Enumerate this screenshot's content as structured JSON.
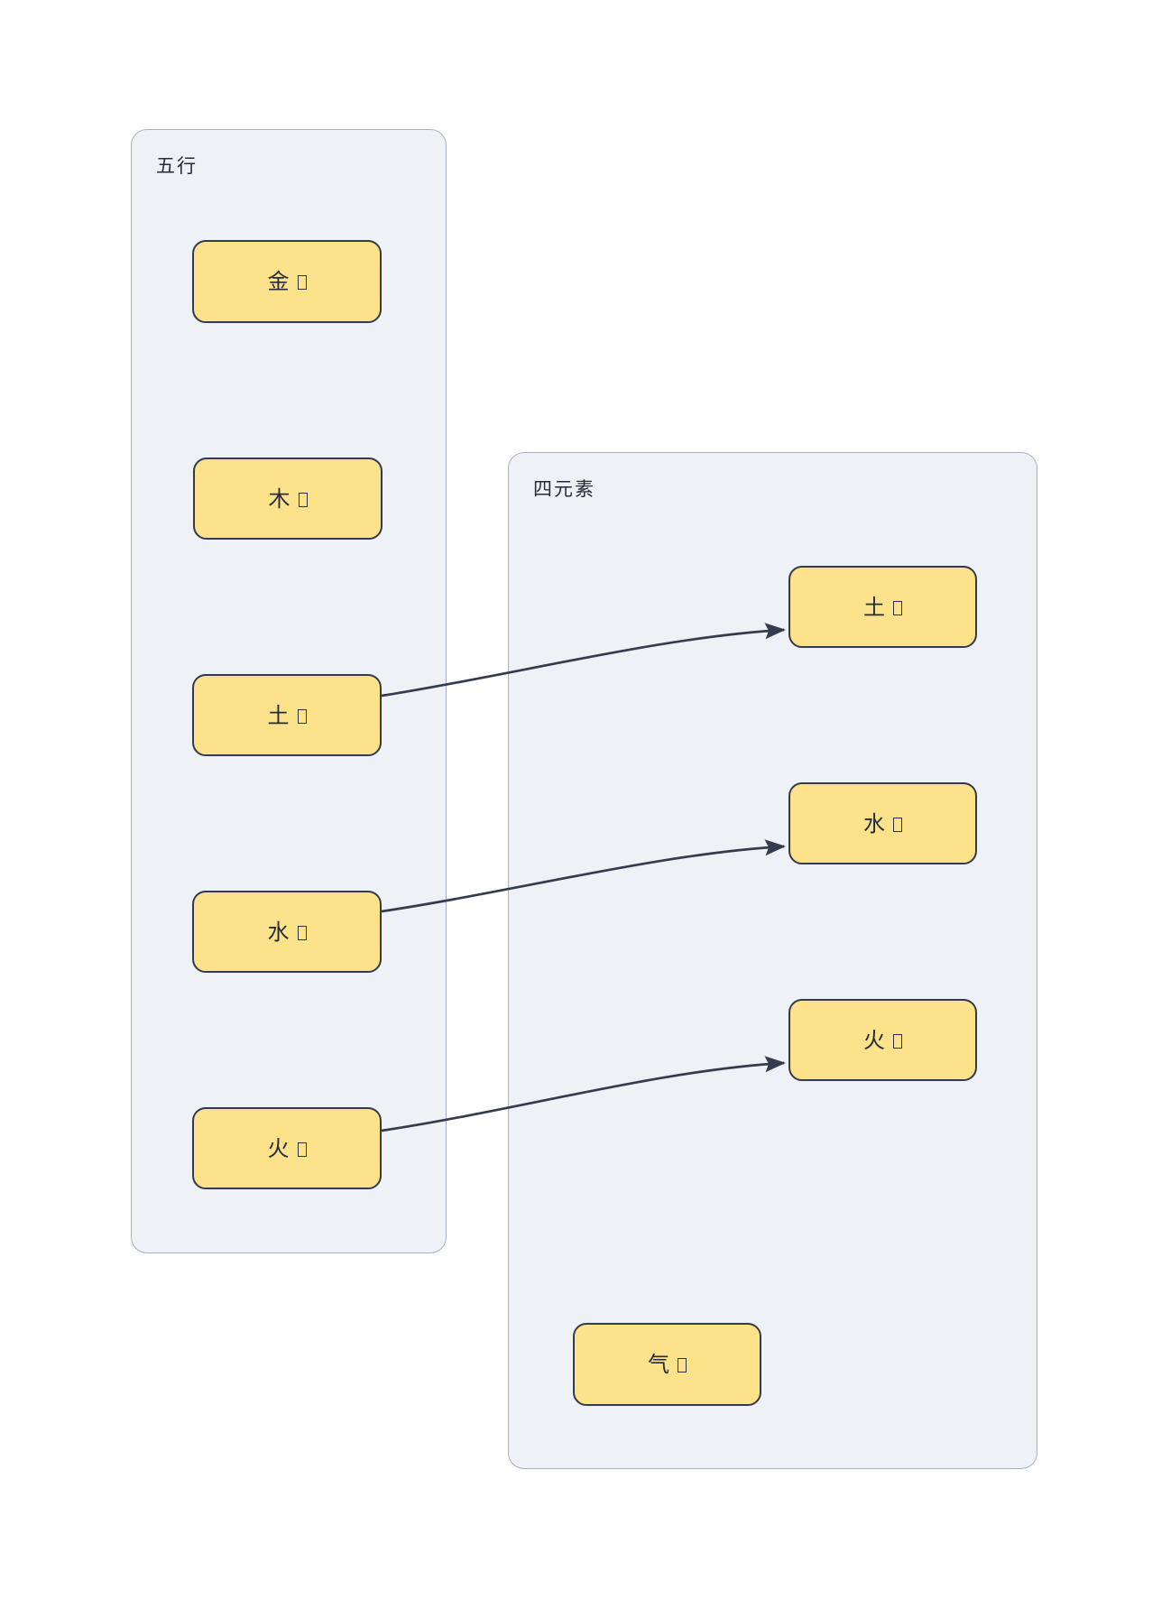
{
  "diagram": {
    "type": "flowchart-with-subgraphs",
    "groups": [
      {
        "id": "wuxing",
        "label": "五行"
      },
      {
        "id": "sielemente",
        "label": "四元素"
      }
    ],
    "nodes": {
      "wuxing": [
        {
          "label": "金",
          "glyph": "□"
        },
        {
          "label": "木",
          "glyph": "□"
        },
        {
          "label": "土",
          "glyph": "□"
        },
        {
          "label": "水",
          "glyph": "□"
        },
        {
          "label": "火",
          "glyph": "□"
        }
      ],
      "sielemente": [
        {
          "label": "土",
          "glyph": "□"
        },
        {
          "label": "水",
          "glyph": "□"
        },
        {
          "label": "火",
          "glyph": "□"
        },
        {
          "label": "气",
          "glyph": "□"
        }
      ]
    },
    "edges": [
      {
        "from": "五行/土",
        "to": "四元素/土"
      },
      {
        "from": "五行/水",
        "to": "四元素/水"
      },
      {
        "from": "五行/火",
        "to": "四元素/火"
      }
    ],
    "colors": {
      "page_background": "#ffffff",
      "group_fill": "#eef2f7",
      "group_border": "#a9b2c2",
      "node_fill": "#fce28b",
      "node_border": "#333b4b",
      "edge": "#343c4d",
      "text": "#252b38"
    }
  }
}
